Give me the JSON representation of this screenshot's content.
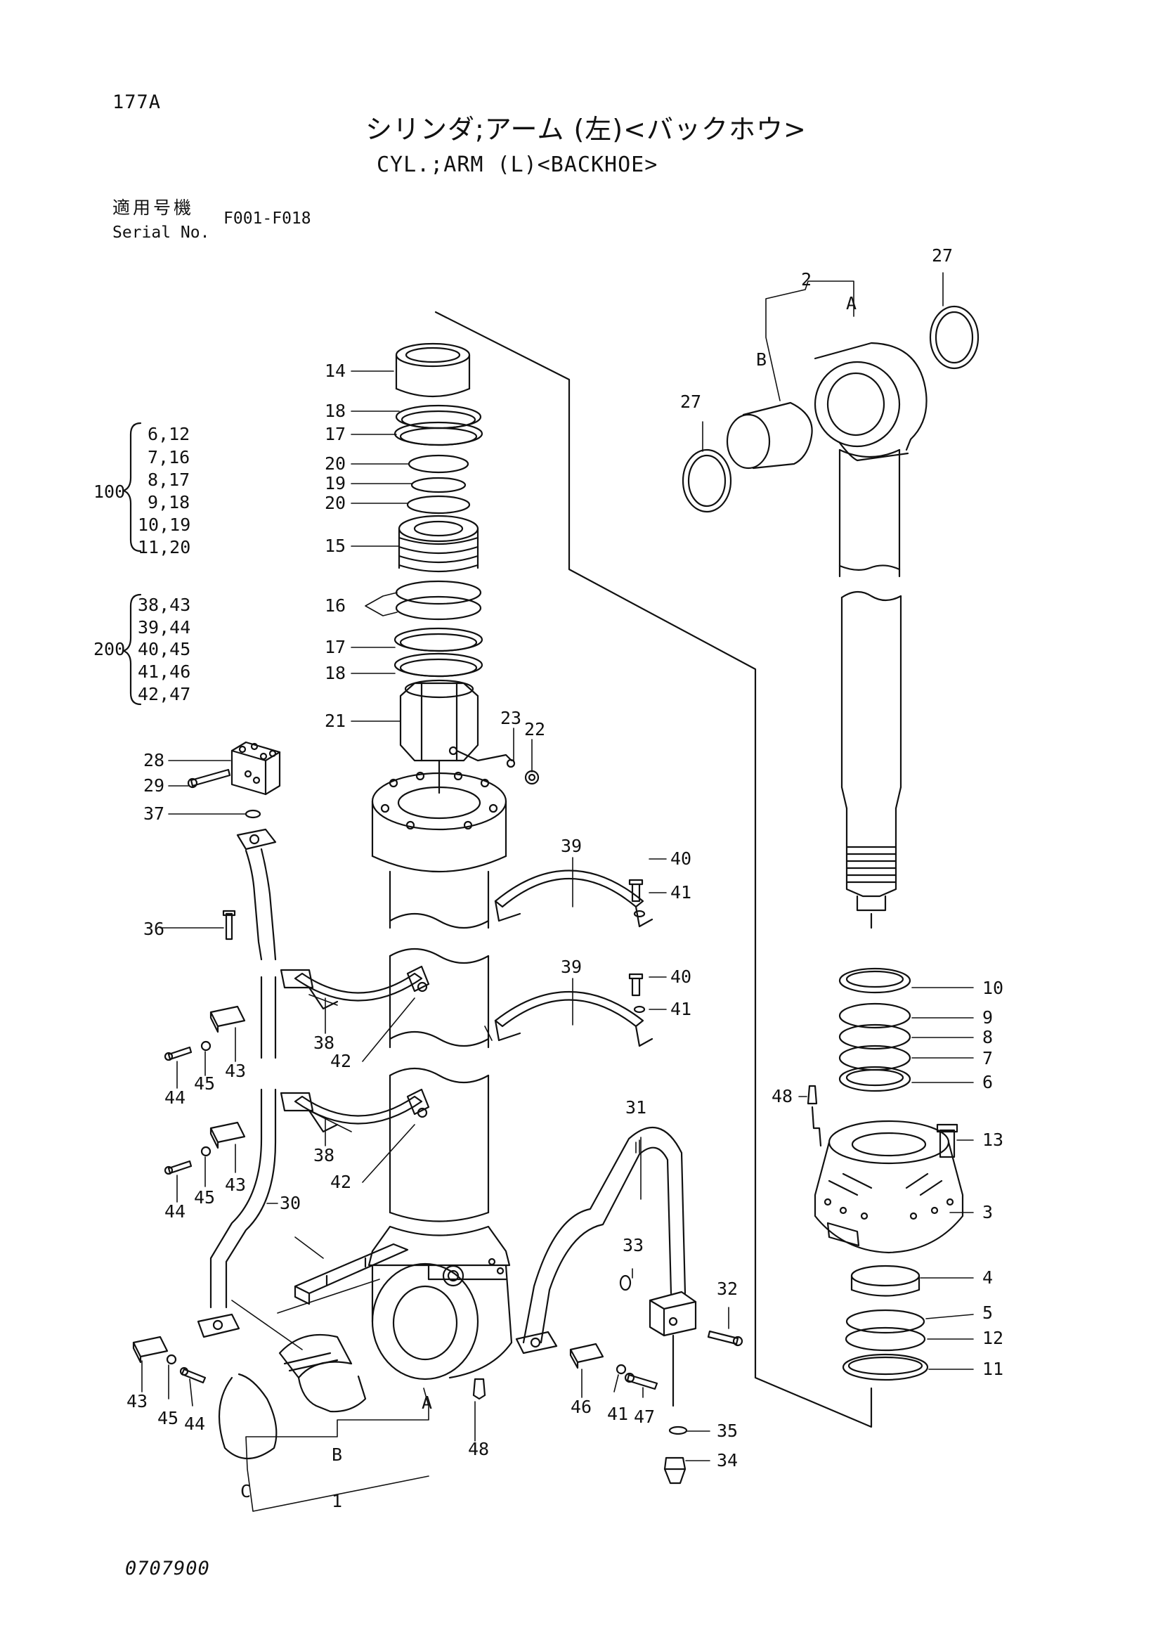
{
  "header": {
    "page_number": "177A",
    "title_jp": "シリンダ;アーム (左)<バックホウ>",
    "title_en": "CYL.;ARM (L)<BACKHOE>",
    "serial_label_jp": "適用号機",
    "serial_label_en": "Serial No.",
    "serial_range": "F001-F018"
  },
  "kits": [
    {
      "label": "100",
      "items": [
        "6,12",
        "7,16",
        "8,17",
        "9,18",
        "10,19",
        "11,20"
      ]
    },
    {
      "label": "200",
      "items": [
        "38,43",
        "39,44",
        "40,45",
        "41,46",
        "42,47"
      ]
    }
  ],
  "callouts": {
    "left_column": [
      "14",
      "18",
      "17",
      "20",
      "19",
      "20",
      "15",
      "16",
      "17",
      "18",
      "21",
      "23",
      "22"
    ],
    "clamp_parts": [
      "28",
      "29",
      "37",
      "36",
      "39",
      "40",
      "41",
      "39",
      "40",
      "41",
      "38",
      "42",
      "38",
      "42",
      "44",
      "45",
      "43",
      "44",
      "45",
      "43",
      "30",
      "31",
      "33",
      "32",
      "35",
      "34",
      "46",
      "41",
      "47",
      "48",
      "43",
      "45",
      "44"
    ],
    "right_column": [
      "2",
      "27",
      "27",
      "10",
      "9",
      "8",
      "7",
      "6",
      "48",
      "13",
      "3",
      "4",
      "5",
      "12",
      "11"
    ],
    "group_letters": [
      "A",
      "B",
      "A",
      "B",
      "C",
      "1"
    ]
  },
  "footer": {
    "doc_code": "0707900"
  }
}
